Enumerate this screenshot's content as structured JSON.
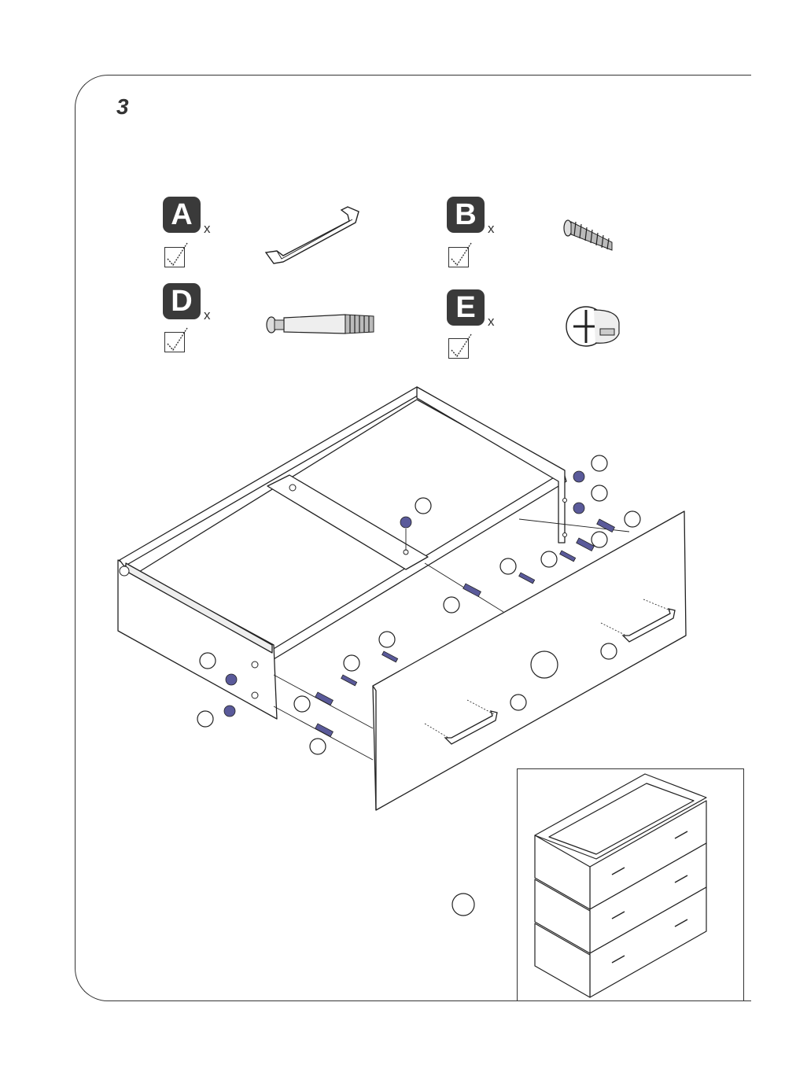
{
  "step": {
    "number": "3"
  },
  "parts": [
    {
      "letter": "A",
      "qty_symbol": "x",
      "icon": "handle-icon"
    },
    {
      "letter": "B",
      "qty_symbol": "x",
      "icon": "screw-icon"
    },
    {
      "letter": "D",
      "qty_symbol": "x",
      "icon": "cam-bolt-icon"
    },
    {
      "letter": "E",
      "qty_symbol": "x",
      "icon": "cam-lock-icon"
    }
  ],
  "colors": {
    "line": "#222222",
    "badge": "#3a3a3a",
    "hardware": "#4a4a8a"
  }
}
